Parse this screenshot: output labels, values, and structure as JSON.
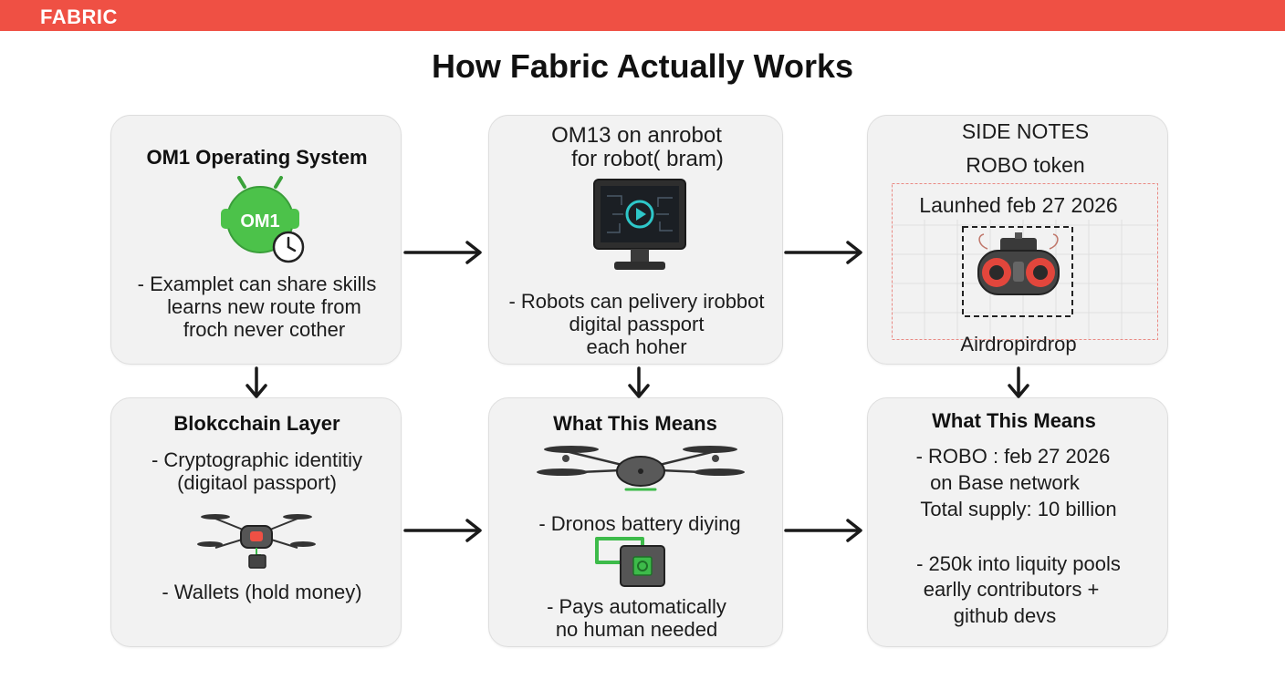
{
  "header": {
    "brand": "FABRIC"
  },
  "title": "How Fabric Actually Works",
  "cards": {
    "os": {
      "heading": "OM1 Operating System",
      "badge": "OM1",
      "lines": [
        "- Examplet can share skills",
        "learns new route from",
        "froch never cother"
      ]
    },
    "robot_brain": {
      "heading_lines": [
        "OM13 on anrobot",
        "for robot( bram)"
      ],
      "lines": [
        "- Robots can pelivery irobbot",
        "digital passport",
        "each hoher"
      ]
    },
    "side_notes": {
      "heading": "SIDE NOTES",
      "subheading": "ROBO token",
      "launch": "Launhed feb 27 2026",
      "caption": "Airdropirdrop"
    },
    "blockchain": {
      "heading": "Blokcchain Layer",
      "lines": [
        "- Cryptographic identitiy",
        "(digitaol passport)"
      ],
      "footer": "- Wallets (hold money)"
    },
    "means_drone": {
      "heading": "What This Means",
      "line1": "- Dronos battery diying",
      "lines2": [
        "- Pays automatically",
        "no human needed"
      ]
    },
    "means_token": {
      "heading": "What This Means",
      "lines": [
        "- ROBO : feb 27 2026",
        "on Base network",
        "Total supply: 10 billion"
      ],
      "lines2": [
        "- 250k into liquity pools",
        "earlly contributors +",
        "github devs"
      ]
    }
  },
  "colors": {
    "accent_red": "#ef5044",
    "card_bg": "#f2f2f2",
    "android_green": "#4cc24a",
    "screen_cyan": "#2ec7c9",
    "speaker_red": "#e2463c",
    "chip_green": "#3dbb4a"
  },
  "icons": [
    "android-clock-icon",
    "laptop-play-icon",
    "robot-speaker-icon",
    "drone-icon",
    "battery-chip-icon",
    "arrow-right-icon",
    "arrow-down-icon"
  ]
}
